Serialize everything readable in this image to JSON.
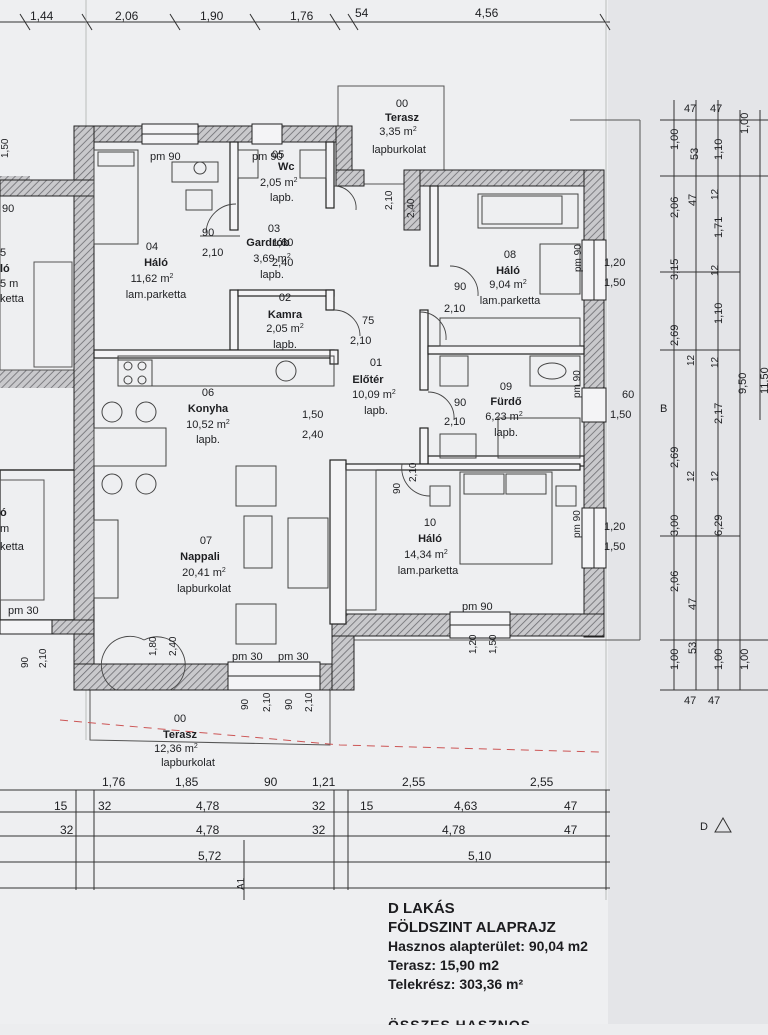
{
  "top_dims": [
    "1,44",
    "2,06",
    "1,90",
    "1,76",
    "54",
    "4,56"
  ],
  "window_dims": [
    "1,20",
    "1,50",
    "60",
    "1,50"
  ],
  "rooms": [
    {
      "id": "00",
      "name": "Terasz",
      "area": "3,35 m",
      "floor": "lapburkolat"
    },
    {
      "id": "04",
      "name": "Háló",
      "area": "11,62 m",
      "floor": "lam.parketta"
    },
    {
      "id": "05",
      "name": "Wc",
      "area": "2,05 m",
      "floor": "lapb."
    },
    {
      "id": "03",
      "name": "Gardrób",
      "area": "3,69 m",
      "floor": "lapb."
    },
    {
      "id": "08",
      "name": "Háló",
      "area": "9,04 m",
      "floor": "lam.parketta"
    },
    {
      "id": "02",
      "name": "Kamra",
      "area": "2,05 m",
      "floor": "lapb."
    },
    {
      "id": "01",
      "name": "Előtér",
      "area": "10,09 m",
      "floor": "lapb."
    },
    {
      "id": "06",
      "name": "Konyha",
      "area": "10,52 m",
      "floor": "lapb."
    },
    {
      "id": "09",
      "name": "Fürdő",
      "area": "6,23 m",
      "floor": "lapb."
    },
    {
      "id": "10",
      "name": "Háló",
      "area": "14,34 m",
      "floor": "lam.parketta"
    },
    {
      "id": "07",
      "name": "Nappali",
      "area": "20,41 m",
      "floor": "lapburkolat"
    },
    {
      "id": "00",
      "name": "Terasz",
      "area": "12,36 m",
      "floor": "lapburkolat"
    }
  ],
  "sup2": "2",
  "door_labels": [
    "pm 90",
    "pm 90",
    "90",
    "2,10",
    "1,60",
    "2,40",
    "2,40",
    "2,10",
    "90",
    "2,10",
    "75",
    "2,10",
    "1,50",
    "2,40",
    "90",
    "2,10",
    "90",
    "2,10",
    "1,20",
    "1,50",
    "1,20",
    "1,50",
    "1,20",
    "1,50",
    "1,80",
    "2,40",
    "pm 30",
    "pm 30",
    "pm 90",
    "pm 90",
    "pm 90",
    "pm 90",
    "90",
    "2,10",
    "90",
    "2,10",
    "60",
    "1,50",
    "B"
  ],
  "right_dims_a": [
    "47",
    "1,00",
    "53",
    "47",
    "2,06",
    "12",
    "3,15",
    "12",
    "2,69",
    "12",
    "2,69",
    "12",
    "3,00",
    "2,06",
    "47",
    "53",
    "1,00",
    "47"
  ],
  "right_dims_b": [
    "47",
    "1,10",
    "1,71",
    "1,10",
    "12",
    "2,17",
    "12",
    "6,29",
    "1,00",
    "47"
  ],
  "right_dims_c": [
    "1,00",
    "9,50",
    "1,00"
  ],
  "right_dims_d": [
    "11,50"
  ],
  "bottom_rows": [
    [
      "1,76",
      "1,85",
      "90",
      "1,21",
      "2,55",
      "2,55"
    ],
    [
      "15",
      "32",
      "4,78",
      "32",
      "15",
      "4,63",
      "47"
    ],
    [
      "32",
      "4,78",
      "32",
      "4,78",
      "47"
    ],
    [
      "5,72",
      "5,10"
    ]
  ],
  "left_labels": [
    "1,50",
    "90",
    "5",
    "ló",
    "5 m",
    "ketta",
    "ó",
    "m",
    "ketta",
    "pm 30",
    "90",
    "2,10"
  ],
  "section_label": "D",
  "axis_label": "A1",
  "footer": {
    "title": "D LAKÁS",
    "subtitle": "FÖLDSZINT ALAPRAJZ",
    "net_area": "Hasznos alapterület: 90,04 m2",
    "terrace": "Terasz:  15,90 m2",
    "plot": "Telekrész: 303,36 m²",
    "cut_line": "ÖSSZES HASZNOS"
  }
}
